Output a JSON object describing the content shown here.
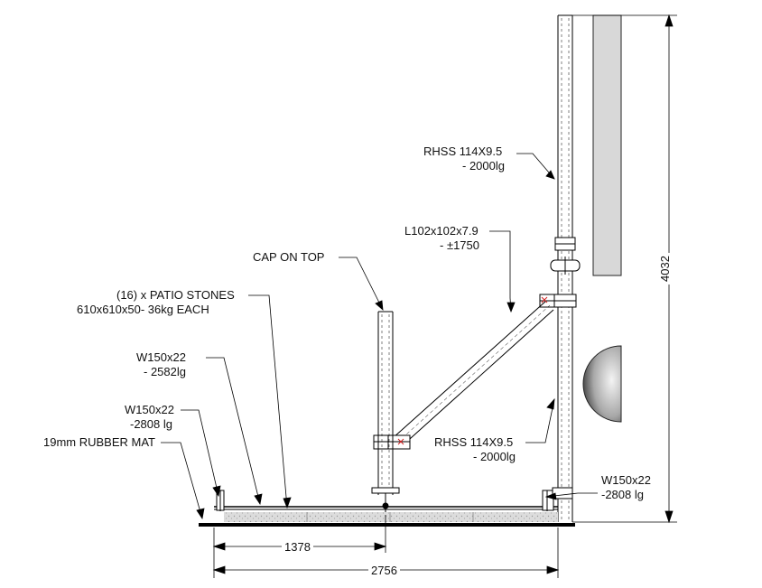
{
  "labels": {
    "rhss_top_name": "RHSS 114X9.5",
    "rhss_top_len": "- 2000lg",
    "angle_name": "L102x102x7.9",
    "angle_len": "- ±1750",
    "cap": "CAP ON TOP",
    "patio_line1": "(16) x PATIO STONES",
    "patio_line2": "610x610x50- 36kg EACH",
    "w150_a_name": "W150x22",
    "w150_a_len": "- 2582lg",
    "w150_b_name": "W150x22",
    "w150_b_len": "-2808 lg",
    "rubber_mat": "19mm RUBBER MAT",
    "rhss_bottom_name": "RHSS 114X9.5",
    "rhss_bottom_len": "- 2000lg",
    "w150_c_name": "W150x22",
    "w150_c_len": "-2808 lg"
  },
  "dimensions": {
    "height": "4032",
    "half_width": "1378",
    "full_width": "2756"
  }
}
